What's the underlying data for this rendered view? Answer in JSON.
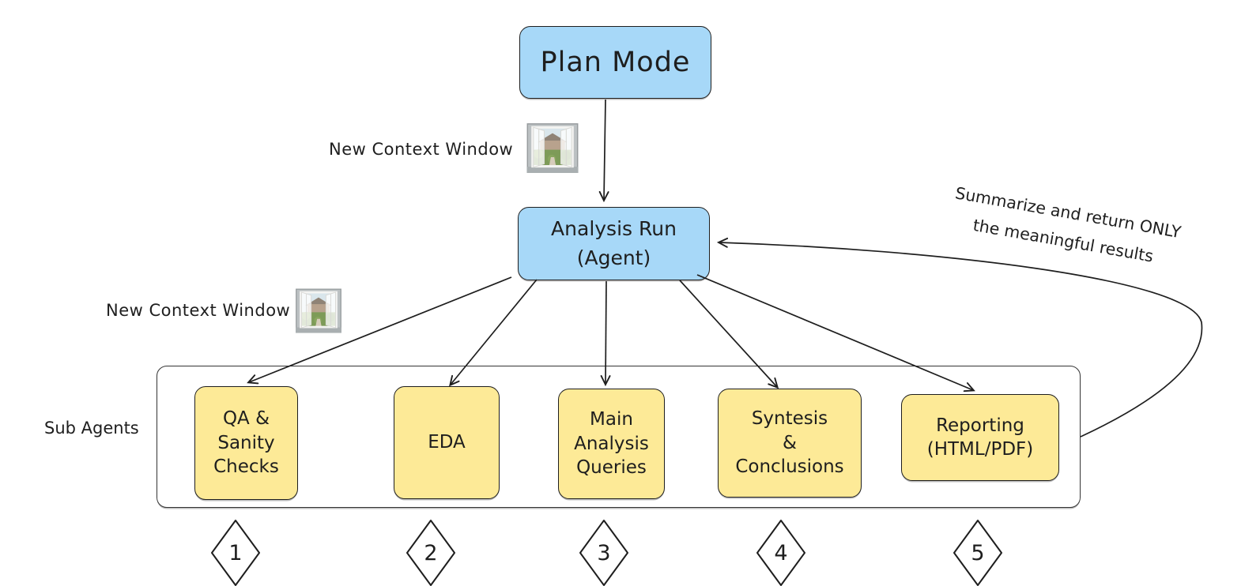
{
  "colors": {
    "canvas_bg": "#ffffff",
    "blue_fill": "#a7d8f8",
    "yellow_fill": "#fdea97",
    "stroke": "#1e1e1e"
  },
  "nodes": {
    "plan_mode": {
      "label": "Plan Mode"
    },
    "analysis_run": {
      "label": "Analysis Run\n(Agent)"
    },
    "sub_agents_group_label": "Sub Agents",
    "sub_agents": [
      {
        "step": "1",
        "label": "QA &\nSanity\nChecks"
      },
      {
        "step": "2",
        "label": "EDA"
      },
      {
        "step": "3",
        "label": "Main\nAnalysis\nQueries"
      },
      {
        "step": "4",
        "label": "Syntesis\n&\nConclusions"
      },
      {
        "step": "5",
        "label": "Reporting\n(HTML/PDF)"
      }
    ]
  },
  "annotations": {
    "new_context_window_top": "New Context Window",
    "new_context_window_left": "New Context Window",
    "summarize_note": "Summarize and return ONLY\nthe meaningful results"
  },
  "icons": {
    "window_top": "open-window-photo",
    "window_left": "open-window-photo"
  },
  "edges": [
    {
      "from": "plan-mode",
      "to": "analysis-run",
      "label": "New Context Window"
    },
    {
      "from": "analysis-run",
      "to": "qa-sanity-checks",
      "label": "New Context Window"
    },
    {
      "from": "analysis-run",
      "to": "eda"
    },
    {
      "from": "analysis-run",
      "to": "main-analysis-queries"
    },
    {
      "from": "analysis-run",
      "to": "syntesis-conclusions"
    },
    {
      "from": "analysis-run",
      "to": "reporting-html-pdf"
    },
    {
      "from": "sub-agents-group",
      "to": "analysis-run",
      "label": "Summarize and return ONLY the meaningful results"
    }
  ]
}
